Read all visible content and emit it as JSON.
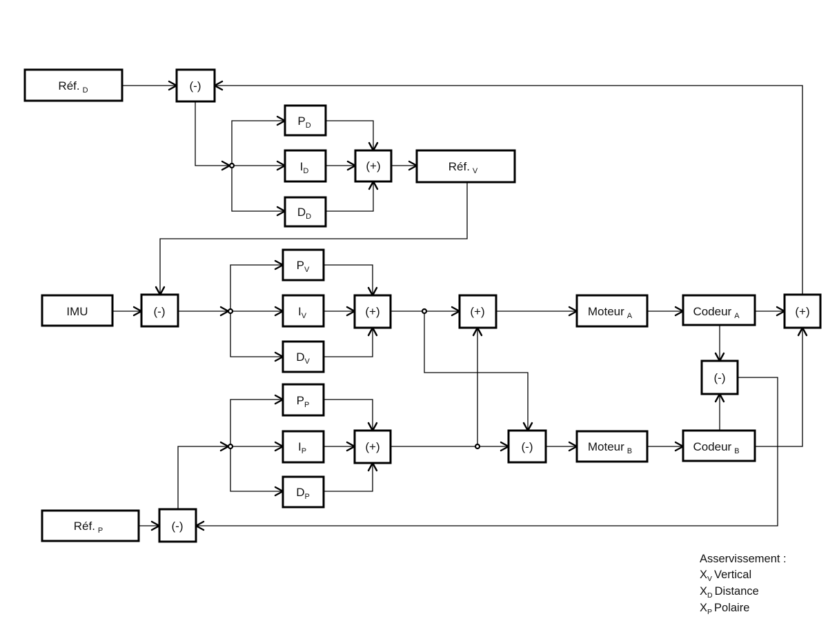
{
  "blocks": {
    "ref_d": {
      "main": "Réf.",
      "sub": "D"
    },
    "sum_d": {
      "main": "(-)"
    },
    "p_d": {
      "main": "P",
      "sub": "D"
    },
    "i_d": {
      "main": "I",
      "sub": "D"
    },
    "d_d": {
      "main": "D",
      "sub": "D"
    },
    "add_d": {
      "main": "(+)"
    },
    "ref_v": {
      "main": "Réf.",
      "sub": "V"
    },
    "imu": {
      "main": "IMU"
    },
    "sum_v": {
      "main": "(-)"
    },
    "p_v": {
      "main": "P",
      "sub": "V"
    },
    "i_v": {
      "main": "I",
      "sub": "V"
    },
    "d_v": {
      "main": "D",
      "sub": "V"
    },
    "add_v": {
      "main": "(+)"
    },
    "add_a": {
      "main": "(+)"
    },
    "motor_a": {
      "main": "Moteur",
      "sub": "A"
    },
    "coder_a": {
      "main": "Codeur",
      "sub": "A"
    },
    "add_enc": {
      "main": "(+)"
    },
    "diff_enc": {
      "main": "(-)"
    },
    "p_p": {
      "main": "P",
      "sub": "P"
    },
    "i_p": {
      "main": "I",
      "sub": "P"
    },
    "d_p": {
      "main": "D",
      "sub": "P"
    },
    "add_p": {
      "main": "(+)"
    },
    "sub_b": {
      "main": "(-)"
    },
    "motor_b": {
      "main": "Moteur",
      "sub": "B"
    },
    "coder_b": {
      "main": "Codeur",
      "sub": "B"
    },
    "ref_p": {
      "main": "Réf.",
      "sub": "P"
    },
    "sum_p": {
      "main": "(-)"
    }
  },
  "legend": {
    "title": "Asservissement :",
    "items": [
      {
        "symbol": "X",
        "sub": "V",
        "text": "Vertical"
      },
      {
        "symbol": "X",
        "sub": "D",
        "text": "Distance"
      },
      {
        "symbol": "X",
        "sub": "P",
        "text": "Polaire"
      }
    ]
  }
}
